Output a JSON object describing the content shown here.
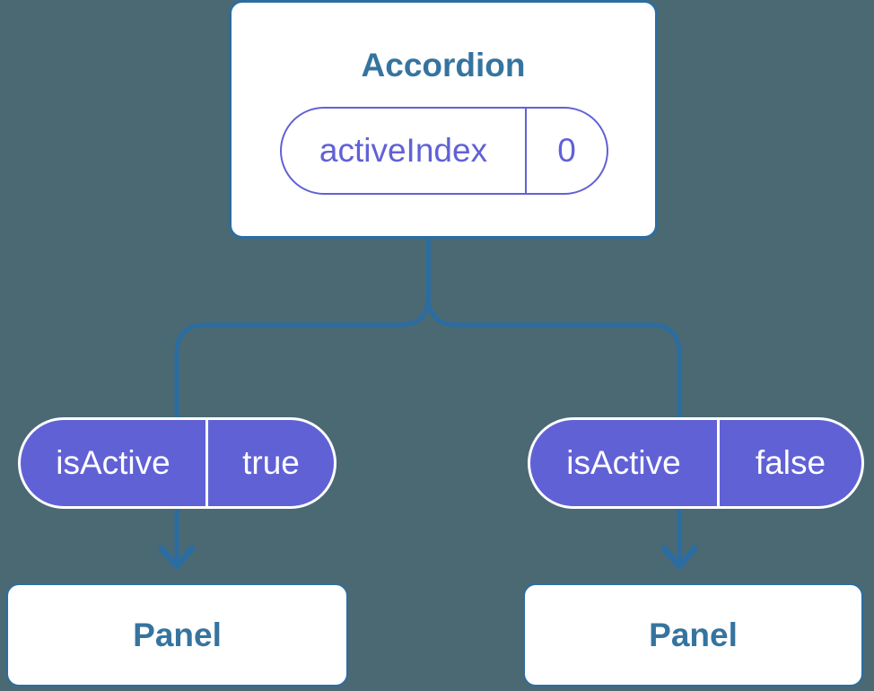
{
  "colors": {
    "background": "#4b6973",
    "line_blue": "#2b6da1",
    "text_blue": "#35749f",
    "pill_purple": "#6161d6",
    "pill_text_white": "#ffffff",
    "card_white": "#ffffff"
  },
  "root": {
    "title": "Accordion",
    "state_name": "activeIndex",
    "state_value": "0"
  },
  "props": [
    {
      "name": "isActive",
      "value": "true"
    },
    {
      "name": "isActive",
      "value": "false"
    }
  ],
  "panels": [
    {
      "label": "Panel"
    },
    {
      "label": "Panel"
    }
  ]
}
